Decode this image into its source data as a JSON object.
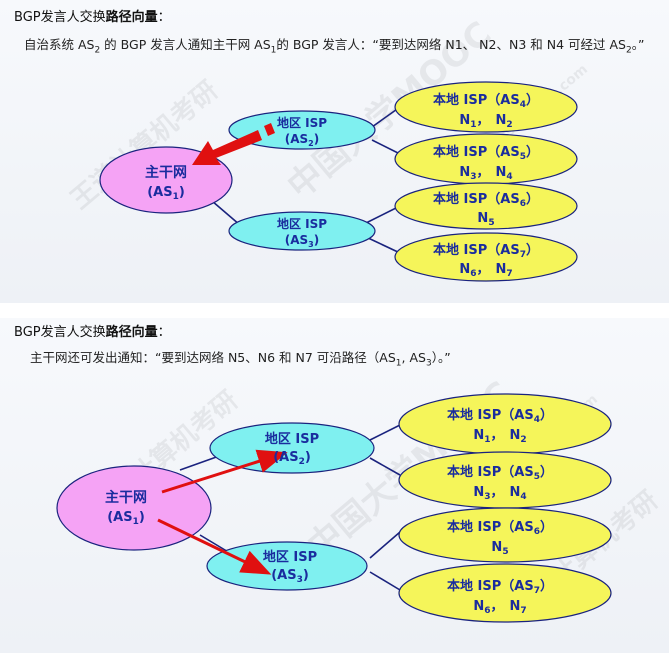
{
  "section1": {
    "heading_prefix": "BGP发言人交换",
    "heading_bold": "路径向量",
    "heading_suffix": "：",
    "desc_part1": "自治系统 AS",
    "desc_sub1": "2",
    "desc_part2": " 的 BGP 发言人通知主干网 AS",
    "desc_sub2": "1",
    "desc_part3": "的 BGP 发言人：“要到达网络 N1、 N2、N3 和 N4 可经过 AS",
    "desc_sub3": "2",
    "desc_part4": "。”"
  },
  "section2": {
    "heading_prefix": "BGP发言人交换",
    "heading_bold": "路径向量",
    "heading_suffix": "：",
    "desc_part1": "主干网还可发出通知：“要到达网络 N5、N6 和 N7 可沿路径（AS",
    "desc_sub1": "1",
    "desc_part2": ", AS",
    "desc_sub2": "3",
    "desc_part3": "）。”"
  },
  "nodes": {
    "backbone_name": "主干网",
    "backbone_as": "AS",
    "backbone_as_sub": "1",
    "region_name": "地区 ISP",
    "region2_as": "AS",
    "region2_as_sub": "2",
    "region3_as": "AS",
    "region3_as_sub": "3",
    "local_name": "本地 ISP",
    "local4_as": "AS",
    "local4_as_sub": "4",
    "local4_nets": [
      {
        "n": "N",
        "s": "1"
      },
      {
        "n": "N",
        "s": "2"
      }
    ],
    "local5_as": "AS",
    "local5_as_sub": "5",
    "local5_nets": [
      {
        "n": "N",
        "s": "3"
      },
      {
        "n": "N",
        "s": "4"
      }
    ],
    "local6_as": "AS",
    "local6_as_sub": "6",
    "local6_nets": [
      {
        "n": "N",
        "s": "5"
      }
    ],
    "local7_as": "AS",
    "local7_as_sub": "7",
    "local7_nets": [
      {
        "n": "N",
        "s": "6"
      },
      {
        "n": "N",
        "s": "7"
      }
    ]
  },
  "watermarks": [
    "中国大学MOOC",
    "王道计算机考研",
    "www.cskaoyan.com"
  ],
  "colors": {
    "backbone_fill": "#f5a3f5",
    "region_fill": "#7ff0f0",
    "local_fill": "#f5f55a",
    "label_color": "#1a2c9e",
    "arrow_color": "#e01010",
    "link_color": "#1a237e"
  }
}
